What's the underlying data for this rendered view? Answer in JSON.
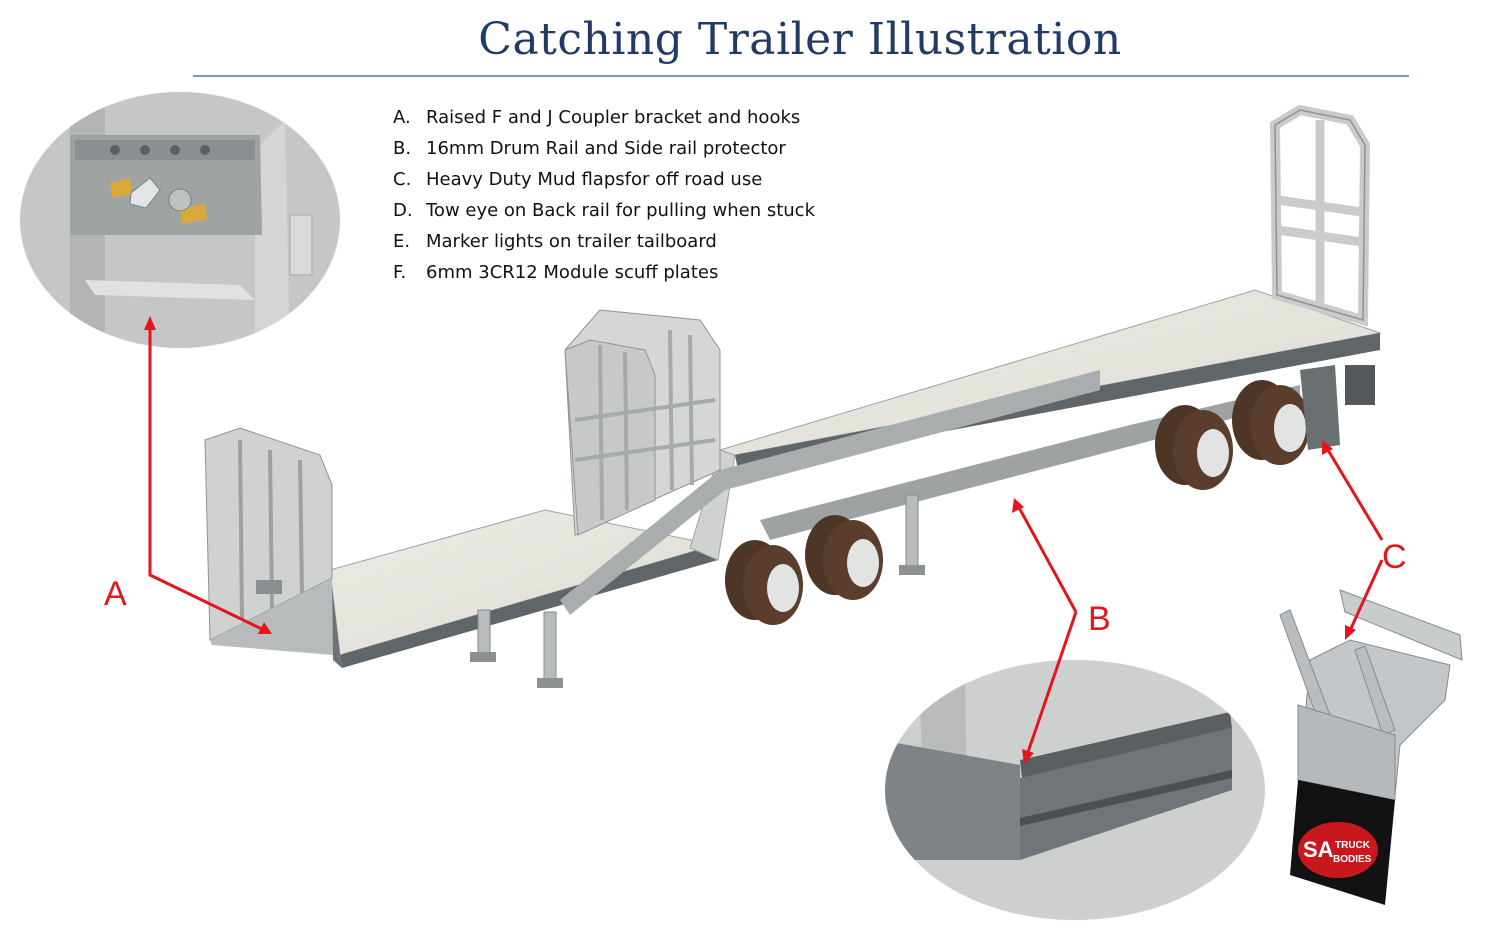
{
  "title": "Catching Trailer Illustration",
  "legend": [
    {
      "letter": "A.",
      "text": "Raised F and J Coupler bracket and hooks"
    },
    {
      "letter": "B.",
      "text": "16mm Drum Rail and Side rail protector"
    },
    {
      "letter": "C.",
      "text": "Heavy Duty Mud flapsfor off road use"
    },
    {
      "letter": "D.",
      "text": "Tow eye on Back rail for pulling when stuck"
    },
    {
      "letter": "E.",
      "text": "Marker lights on trailer tailboard"
    },
    {
      "letter": "F.",
      "text": "6mm 3CR12 Module scuff plates"
    }
  ],
  "callouts": {
    "a": "A",
    "b": "B",
    "c": "C"
  },
  "logo_text": [
    "SA",
    "TRUCK",
    "BODIES"
  ],
  "colors": {
    "title": "#1f3b66",
    "rule": "#7a9cc4",
    "callout": "#e4161b",
    "deck": "#e6e6e0",
    "frame": "#c9cccb",
    "rail": "#555b60",
    "tyre": "#5a3d2b"
  }
}
